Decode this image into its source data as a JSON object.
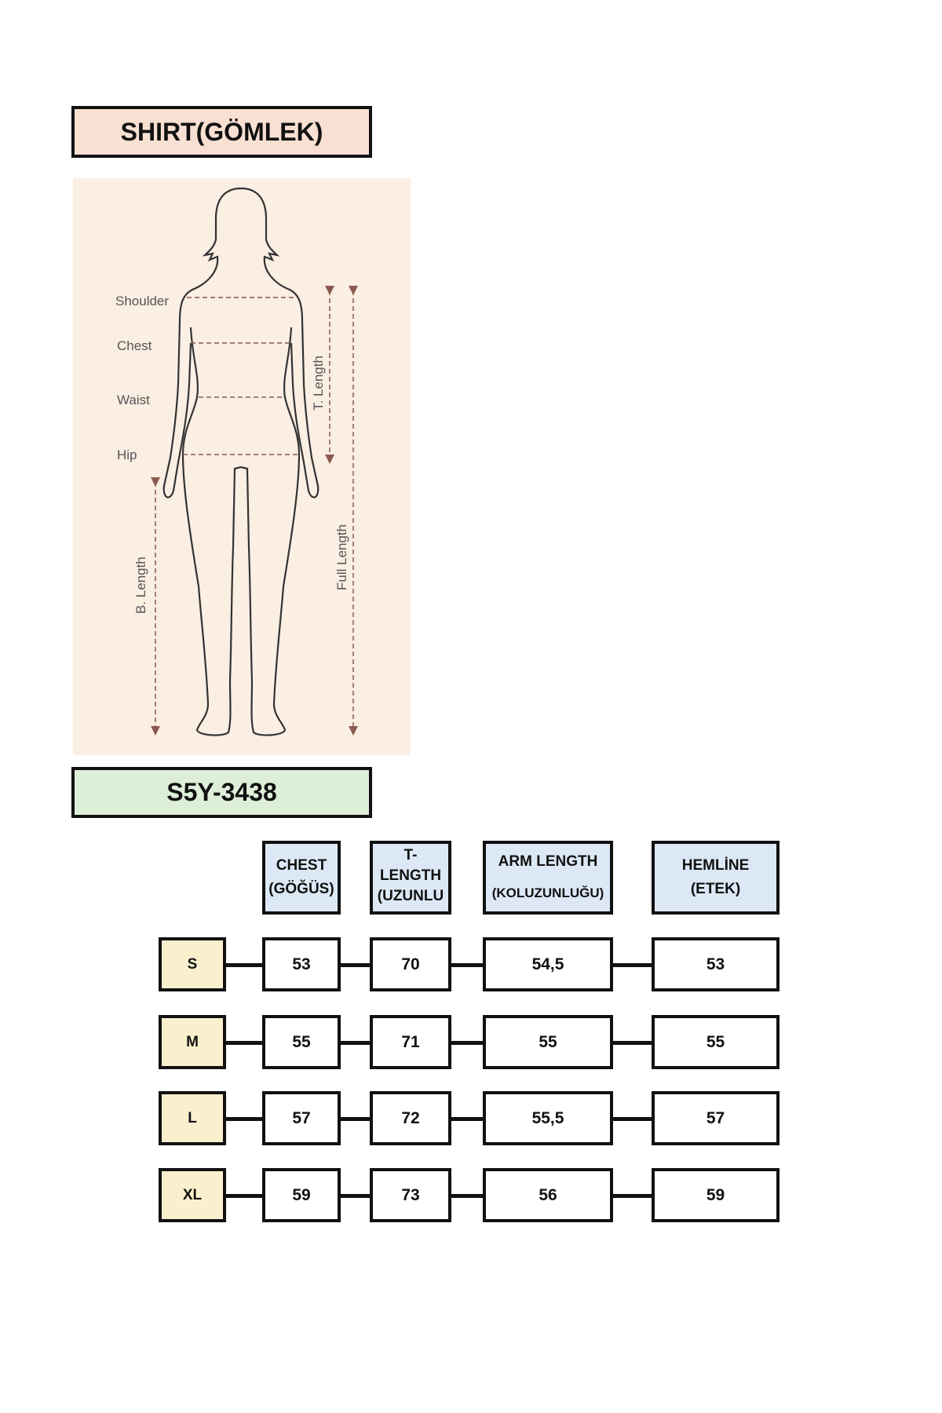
{
  "title": "SHIRT(GÖMLEK)",
  "product_code": "S5Y-3438",
  "figure": {
    "labels": {
      "shoulder": "Shoulder",
      "chest": "Chest",
      "waist": "Waist",
      "hip": "Hip",
      "t_length": "T. Length",
      "full_length": "Full Length",
      "b_length": "B. Length"
    }
  },
  "table": {
    "headers": [
      {
        "line1": "CHEST",
        "line2": "(GÖĞÜS)"
      },
      {
        "line1": "T-",
        "line2": "LENGTH",
        "line3": "(UZUNLU"
      },
      {
        "line1": "ARM LENGTH",
        "line2": "(KOLUZUNLUĞU)"
      },
      {
        "line1": "HEMLİNE",
        "line2": "(ETEK)"
      }
    ],
    "rows": [
      {
        "size": "S",
        "values": [
          "53",
          "70",
          "54,5",
          "53"
        ]
      },
      {
        "size": "M",
        "values": [
          "55",
          "71",
          "55",
          "55"
        ]
      },
      {
        "size": "L",
        "values": [
          "57",
          "72",
          "55,5",
          "57"
        ]
      },
      {
        "size": "XL",
        "values": [
          "59",
          "73",
          "56",
          "59"
        ]
      }
    ]
  },
  "colors": {
    "title_bg": "#f8e0d2",
    "code_bg": "#deefd9",
    "header_bg": "#dde8f6",
    "size_bg": "#fbf0cd"
  }
}
